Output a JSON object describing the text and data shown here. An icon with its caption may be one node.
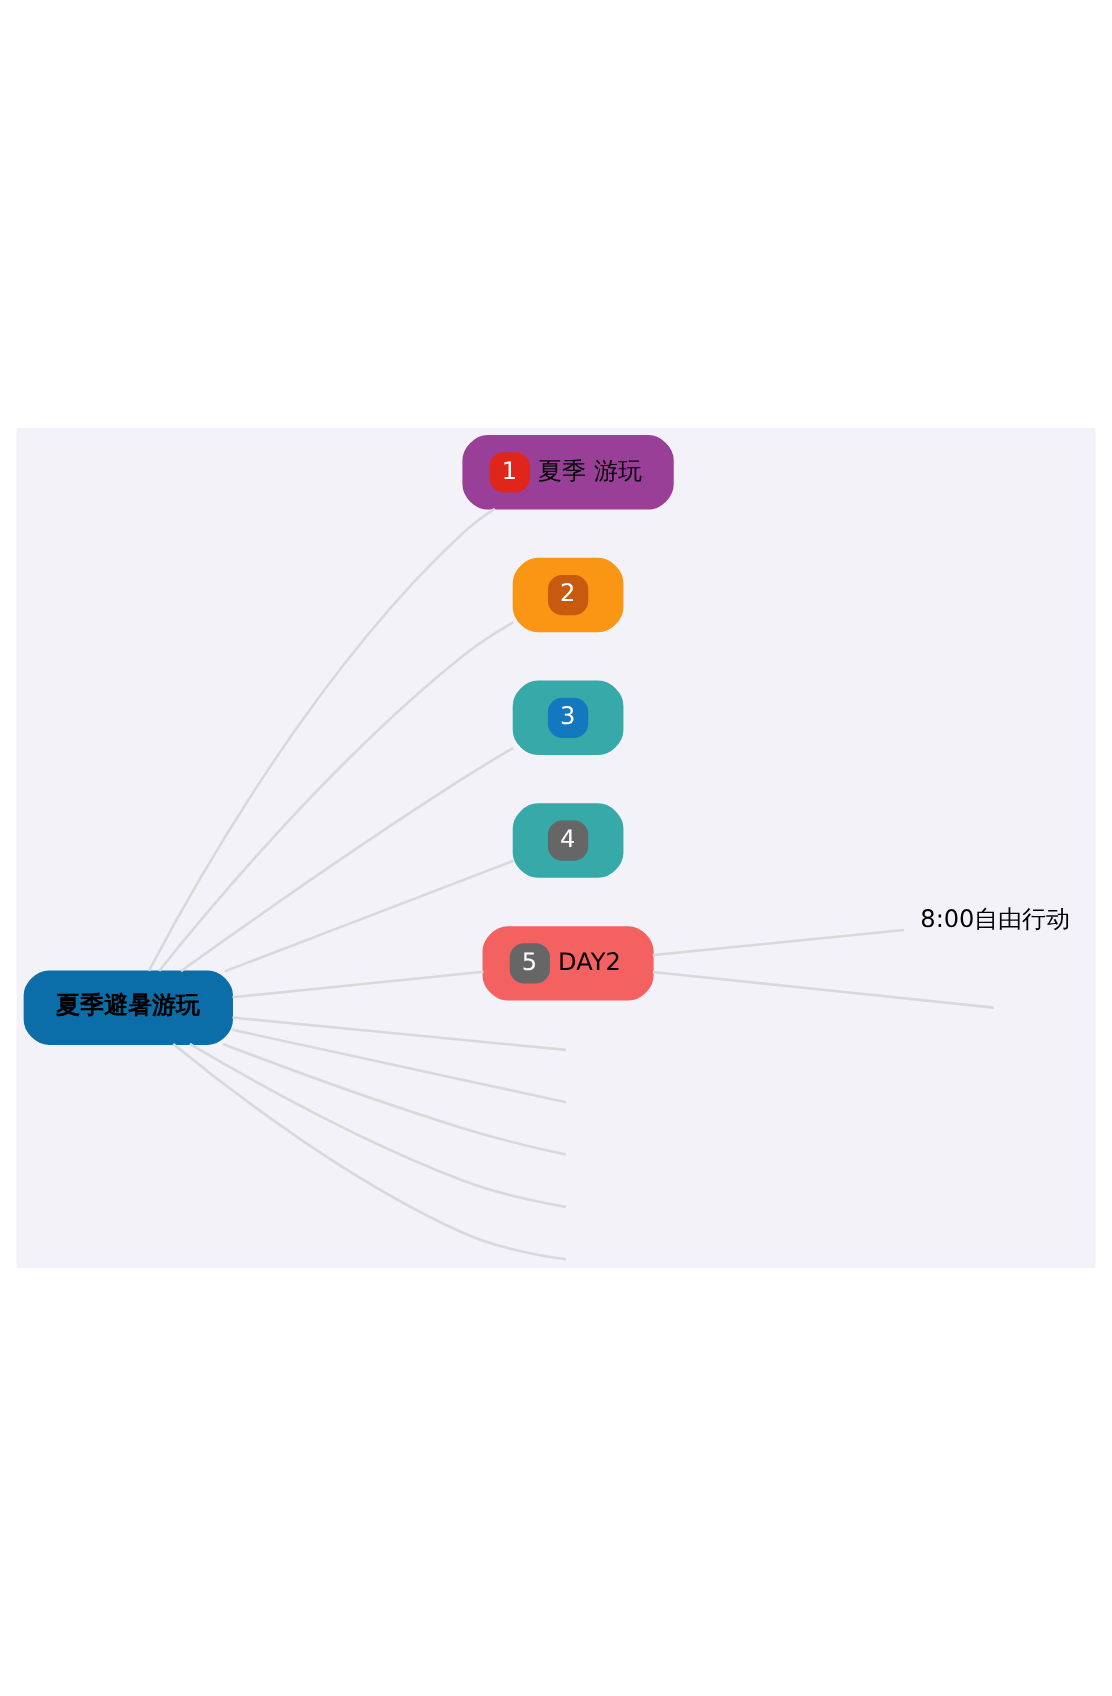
{
  "diagram": {
    "nodes": [
      {
        "text": [
          "夏季避暑游玩"
        ]
      },
      {
        "text": [
          "1",
          "夏季 游玩"
        ]
      },
      {
        "text": [
          "2"
        ]
      },
      {
        "text": [
          "3"
        ]
      },
      {
        "text": [
          "4"
        ]
      },
      {
        "text": [
          "5",
          "DAY2"
        ]
      },
      {
        "text": [
          "8:00自由行动"
        ]
      }
    ],
    "edges": [
      {
        "from": 0,
        "to": 1,
        "arrow": "none"
      },
      {
        "from": 0,
        "to": 2,
        "arrow": "none"
      },
      {
        "from": 0,
        "to": 3,
        "arrow": "none"
      },
      {
        "from": 0,
        "to": 4,
        "arrow": "none"
      },
      {
        "from": 0,
        "to": 5,
        "arrow": "none"
      },
      {
        "from": 5,
        "to": 6,
        "arrow": "none"
      },
      {
        "from": 5,
        "to": null,
        "arrow": "none"
      },
      {
        "from": 0,
        "to": null,
        "arrow": "none"
      },
      {
        "from": 0,
        "to": null,
        "arrow": "none"
      },
      {
        "from": 0,
        "to": null,
        "arrow": "none"
      },
      {
        "from": 0,
        "to": null,
        "arrow": "none"
      },
      {
        "from": 0,
        "to": null,
        "arrow": "none"
      }
    ]
  }
}
